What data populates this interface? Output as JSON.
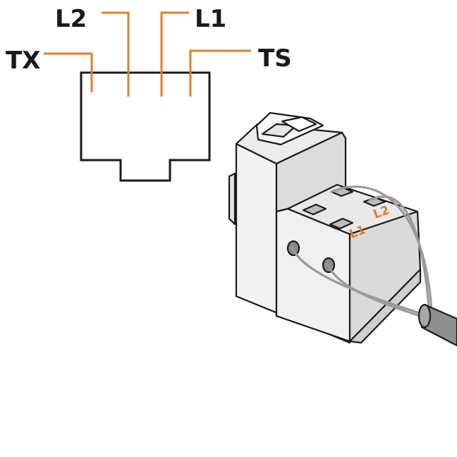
{
  "pinout": {
    "labels": {
      "tx": "TX",
      "l2": "L2",
      "l1": "L1",
      "ts": "TS"
    }
  },
  "sensor": {
    "clamp_labels": {
      "l2": "L2",
      "l1": "L1"
    }
  },
  "colors": {
    "pin_line": "#e07d2d",
    "outline": "#1a1a1a",
    "body_fill": "#f3f3f3",
    "body_shadow": "#d6d6d6",
    "cable": "#9a9a9a"
  }
}
